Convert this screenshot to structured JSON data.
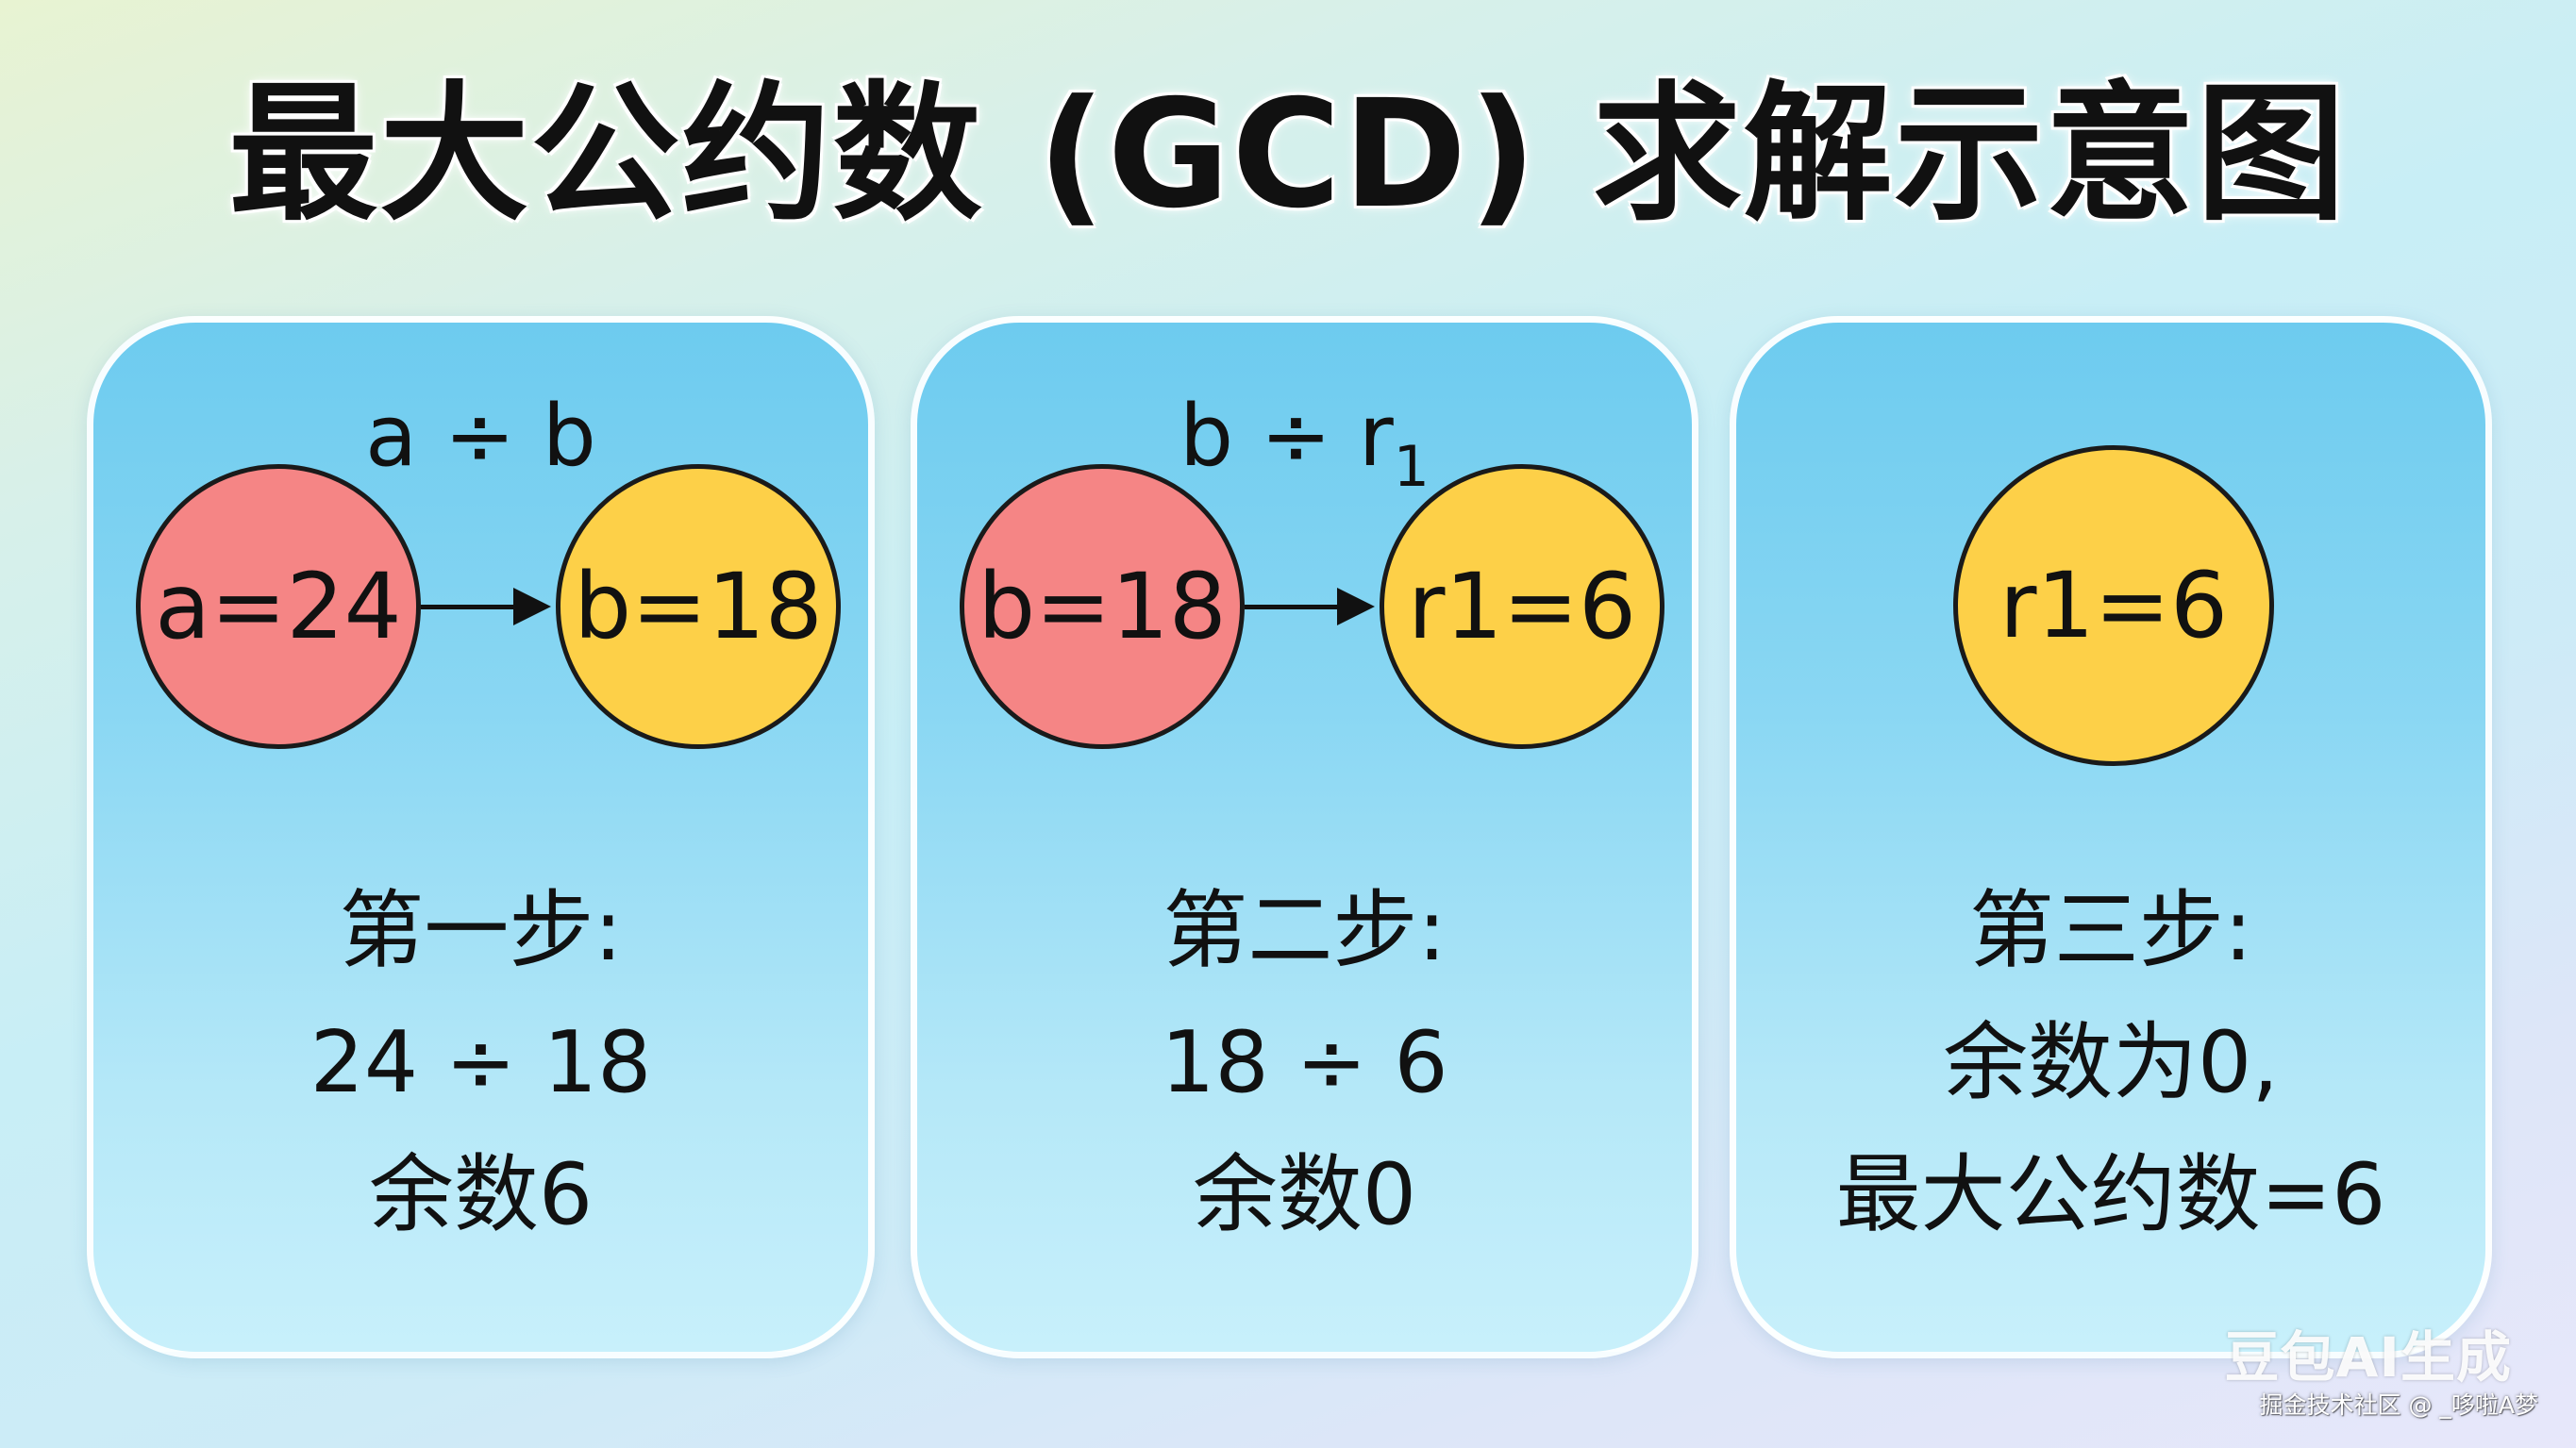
{
  "title": "最大公约数 (GCD) 求解示意图",
  "colors": {
    "left_circle": "#f58585",
    "right_circle": "#fdd048",
    "panel": "#8ad7f3"
  },
  "panels": [
    {
      "op_main": "a ÷ b",
      "op_sub": "",
      "left_circle": "a=24",
      "right_circle": "b=18",
      "lines": [
        "第一步:",
        "24 ÷ 18",
        "余数6"
      ]
    },
    {
      "op_main": "b ÷ r",
      "op_sub": "1",
      "left_circle": "b=18",
      "right_circle": "r1=6",
      "lines": [
        "第二步:",
        "18 ÷ 6",
        "余数0"
      ]
    },
    {
      "circle": "r1=6",
      "lines": [
        "第三步:",
        "余数为0,",
        "最大公约数=6"
      ]
    }
  ],
  "watermark": "豆包AI生成",
  "credit": "掘金技术社区 @ _哆啦A梦"
}
